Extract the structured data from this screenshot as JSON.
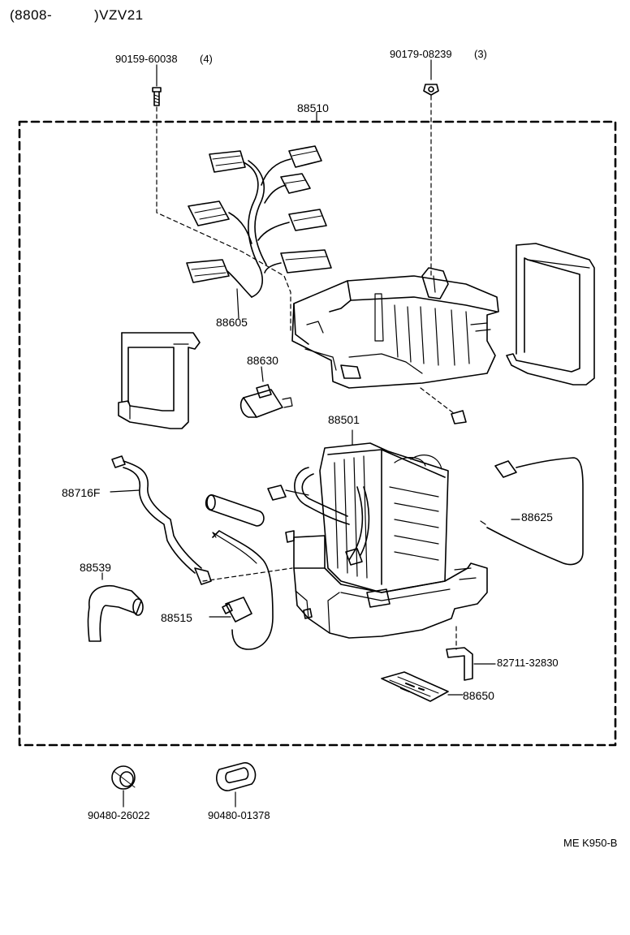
{
  "header": {
    "code_left": "(8808-",
    "code_right": ")VZV21"
  },
  "labels": {
    "bolt": "90159-60038",
    "bolt_qty": "(4)",
    "nut": "90179-08239",
    "nut_qty": "(3)",
    "unit_assy": "88510",
    "wire_harness": "88605",
    "thermistor": "88630",
    "evaporator": "88501",
    "tube": "88716F",
    "hose": "88539",
    "expansion_valve": "88515",
    "sensor": "88625",
    "bracket": "82711-32830",
    "amplifier": "88650",
    "grommet_left": "90480-26022",
    "grommet_right": "90480-01378",
    "figure_code": "ME K950-B"
  }
}
